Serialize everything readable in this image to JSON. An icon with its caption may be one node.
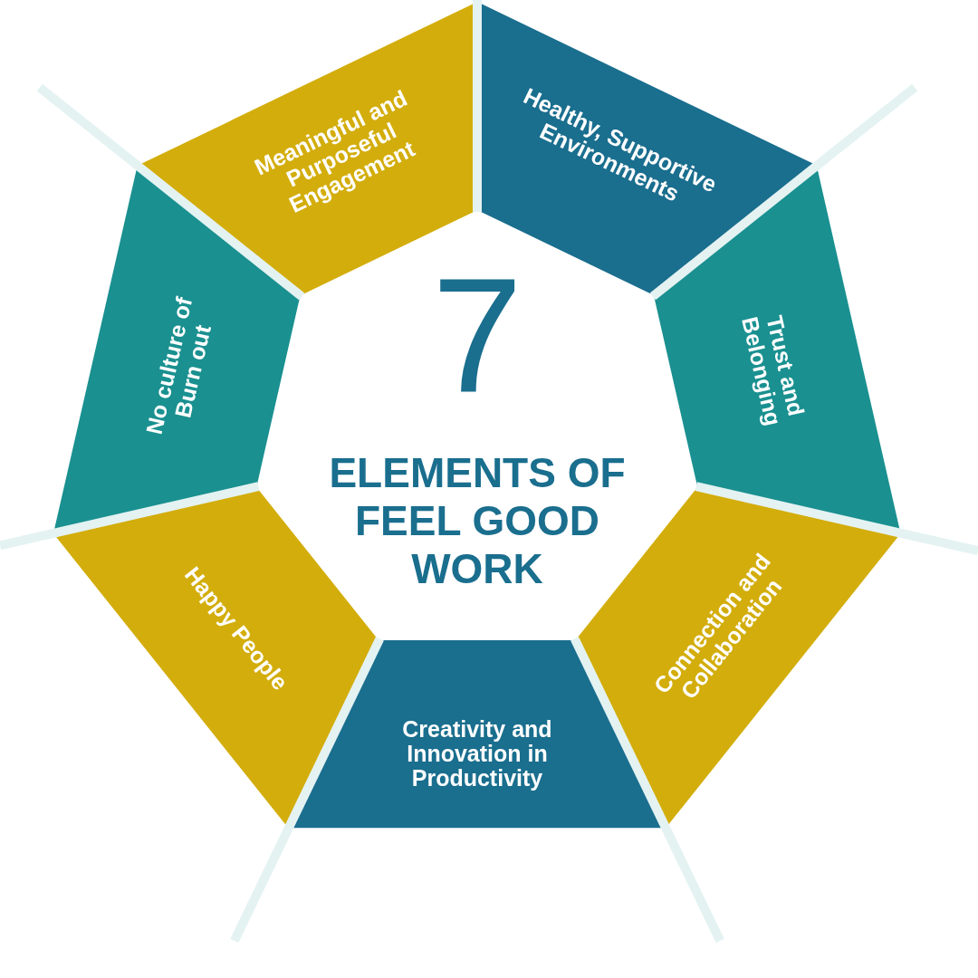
{
  "diagram": {
    "nodes": [
      {
        "text": [
          "7",
          "ELEMENTS OF FEEL GOOD WORK"
        ]
      },
      {
        "text": [
          "Meaningful and Purposeful Engagement"
        ]
      },
      {
        "text": [
          "Healthy, Supportive Environments"
        ]
      },
      {
        "text": [
          "Trust and Belonging"
        ]
      },
      {
        "text": [
          "Connection and Collaboration"
        ]
      },
      {
        "text": [
          "Creativity and Innovation in Productivity"
        ]
      },
      {
        "text": [
          "Happy People"
        ]
      },
      {
        "text": [
          "No culture of Burn out"
        ]
      }
    ]
  }
}
